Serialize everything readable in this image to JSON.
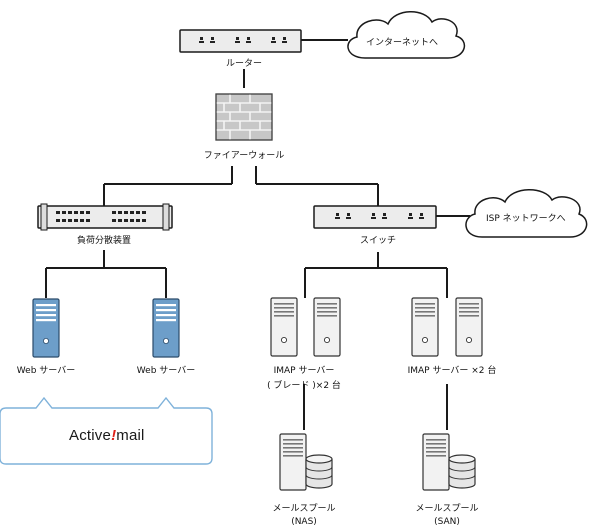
{
  "nodes": {
    "router": "ルーター",
    "firewall": "ファイアーウォール",
    "load_balancer": "負荷分散装置",
    "switch": "スイッチ",
    "web1": "Web サーバー",
    "web2": "Web サーバー",
    "imap_blade_line1": "IMAP サーバー",
    "imap_blade_line2": "( ブレード )×2 台",
    "imap2": "IMAP サーバー ×2 台",
    "spool_nas_line1": "メールスプール",
    "spool_nas_line2": "(NAS)",
    "spool_san_line1": "メールスプール",
    "spool_san_line2": "(SAN)"
  },
  "clouds": {
    "internet": "インターネットへ",
    "isp": "ISP ネットワークへ"
  },
  "callout": {
    "brand_prefix": "Active",
    "brand_mark": "!",
    "brand_suffix": "mail"
  },
  "colors": {
    "line": "#1a1a1a",
    "device_fill": "#ececec",
    "server_blue": "#6d9ec9",
    "callout_border": "#7fb2da",
    "brand_red": "#e0231b"
  },
  "icons": [
    "router-icon",
    "firewall-icon",
    "load-balancer-icon",
    "switch-icon",
    "web-server-icon",
    "blade-server-icon",
    "storage-icon",
    "cloud-icon"
  ]
}
